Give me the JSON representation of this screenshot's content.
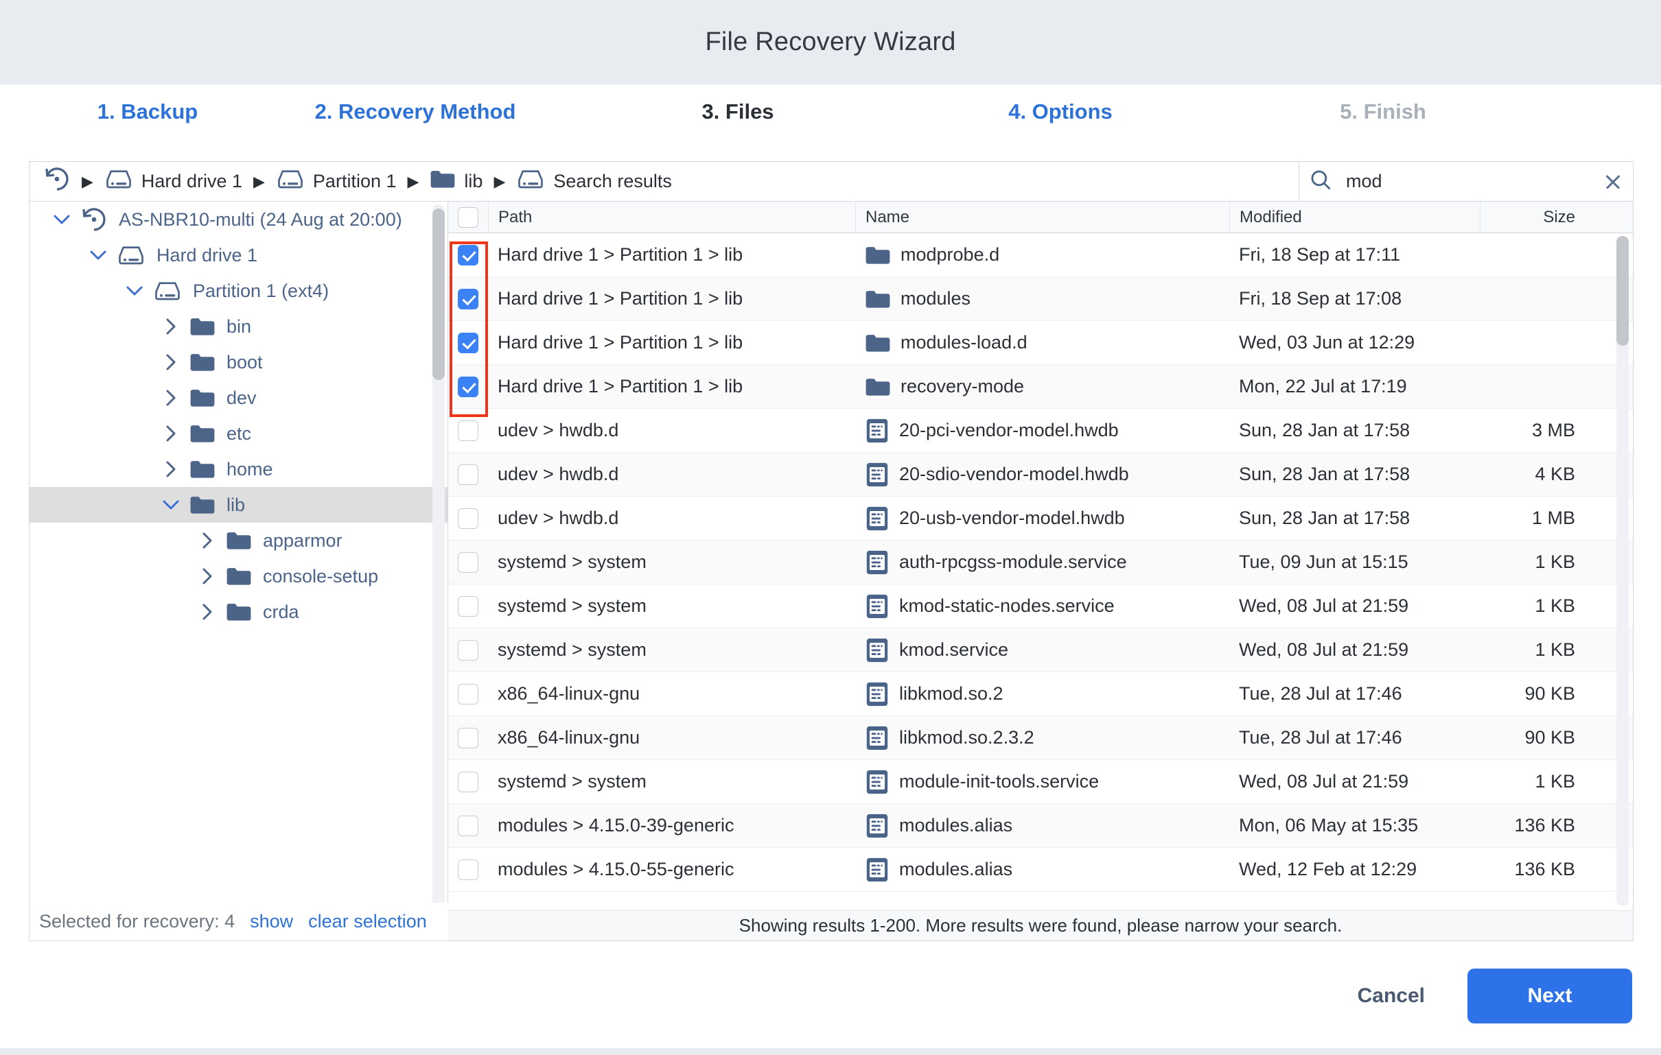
{
  "window": {
    "title": "File Recovery Wizard"
  },
  "steps": [
    {
      "label": "1. Backup",
      "state": "link"
    },
    {
      "label": "2. Recovery Method",
      "state": "link"
    },
    {
      "label": "3. Files",
      "state": "current"
    },
    {
      "label": "4. Options",
      "state": "link"
    },
    {
      "label": "5. Finish",
      "state": "muted"
    }
  ],
  "breadcrumb": {
    "items": [
      {
        "label": "",
        "icon": "restore-point-icon"
      },
      {
        "label": "Hard drive 1",
        "icon": "hard-drive-icon"
      },
      {
        "label": "Partition 1",
        "icon": "hard-drive-icon"
      },
      {
        "label": "lib",
        "icon": "folder-icon"
      },
      {
        "label": "Search results",
        "icon": "hard-drive-icon"
      }
    ],
    "separator": "▶"
  },
  "search": {
    "value": "mod",
    "placeholder": "Search",
    "icon": "search-icon",
    "clear_icon": "close-icon"
  },
  "tree": {
    "items": [
      {
        "label": "AS-NBR10-multi (24 Aug at 20:00)",
        "indent": 0,
        "icon": "restore-point-icon",
        "chevron": "down",
        "selected": false
      },
      {
        "label": "Hard drive 1",
        "indent": 1,
        "icon": "hard-drive-icon",
        "chevron": "down",
        "selected": false
      },
      {
        "label": "Partition 1 (ext4)",
        "indent": 2,
        "icon": "hard-drive-icon",
        "chevron": "down",
        "selected": false
      },
      {
        "label": "bin",
        "indent": 3,
        "icon": "folder-icon",
        "chevron": "right",
        "selected": false
      },
      {
        "label": "boot",
        "indent": 3,
        "icon": "folder-icon",
        "chevron": "right",
        "selected": false
      },
      {
        "label": "dev",
        "indent": 3,
        "icon": "folder-icon",
        "chevron": "right",
        "selected": false
      },
      {
        "label": "etc",
        "indent": 3,
        "icon": "folder-icon",
        "chevron": "right",
        "selected": false
      },
      {
        "label": "home",
        "indent": 3,
        "icon": "folder-icon",
        "chevron": "right",
        "selected": false
      },
      {
        "label": "lib",
        "indent": 3,
        "icon": "folder-icon",
        "chevron": "down",
        "selected": true
      },
      {
        "label": "apparmor",
        "indent": 4,
        "icon": "folder-icon",
        "chevron": "right",
        "selected": false
      },
      {
        "label": "console-setup",
        "indent": 4,
        "icon": "folder-icon",
        "chevron": "right",
        "selected": false
      },
      {
        "label": "crda",
        "indent": 4,
        "icon": "folder-icon",
        "chevron": "right",
        "selected": false
      }
    ]
  },
  "table": {
    "columns": [
      "",
      "Path",
      "Name",
      "Modified",
      "Size"
    ],
    "header_checkbox_checked": false,
    "rows": [
      {
        "checked": true,
        "path": "Hard drive 1 > Partition 1 > lib",
        "name": "modprobe.d",
        "icon": "folder-icon",
        "modified": "Fri, 18 Sep at 17:11",
        "size": ""
      },
      {
        "checked": true,
        "path": "Hard drive 1 > Partition 1 > lib",
        "name": "modules",
        "icon": "folder-icon",
        "modified": "Fri, 18 Sep at 17:08",
        "size": ""
      },
      {
        "checked": true,
        "path": "Hard drive 1 > Partition 1 > lib",
        "name": "modules-load.d",
        "icon": "folder-icon",
        "modified": "Wed, 03 Jun at 12:29",
        "size": ""
      },
      {
        "checked": true,
        "path": "Hard drive 1 > Partition 1 > lib",
        "name": "recovery-mode",
        "icon": "folder-icon",
        "modified": "Mon, 22 Jul at 17:19",
        "size": ""
      },
      {
        "checked": false,
        "path": "udev > hwdb.d",
        "name": "20-pci-vendor-model.hwdb",
        "icon": "file-icon",
        "modified": "Sun, 28 Jan at 17:58",
        "size": "3 MB"
      },
      {
        "checked": false,
        "path": "udev > hwdb.d",
        "name": "20-sdio-vendor-model.hwdb",
        "icon": "file-icon",
        "modified": "Sun, 28 Jan at 17:58",
        "size": "4 KB"
      },
      {
        "checked": false,
        "path": "udev > hwdb.d",
        "name": "20-usb-vendor-model.hwdb",
        "icon": "file-icon",
        "modified": "Sun, 28 Jan at 17:58",
        "size": "1 MB"
      },
      {
        "checked": false,
        "path": "systemd > system",
        "name": "auth-rpcgss-module.service",
        "icon": "file-icon",
        "modified": "Tue, 09 Jun at 15:15",
        "size": "1 KB"
      },
      {
        "checked": false,
        "path": "systemd > system",
        "name": "kmod-static-nodes.service",
        "icon": "file-icon",
        "modified": "Wed, 08 Jul at 21:59",
        "size": "1 KB"
      },
      {
        "checked": false,
        "path": "systemd > system",
        "name": "kmod.service",
        "icon": "file-icon",
        "modified": "Wed, 08 Jul at 21:59",
        "size": "1 KB"
      },
      {
        "checked": false,
        "path": "x86_64-linux-gnu",
        "name": "libkmod.so.2",
        "icon": "file-icon",
        "modified": "Tue, 28 Jul at 17:46",
        "size": "90 KB"
      },
      {
        "checked": false,
        "path": "x86_64-linux-gnu",
        "name": "libkmod.so.2.3.2",
        "icon": "file-icon",
        "modified": "Tue, 28 Jul at 17:46",
        "size": "90 KB"
      },
      {
        "checked": false,
        "path": "systemd > system",
        "name": "module-init-tools.service",
        "icon": "file-icon",
        "modified": "Wed, 08 Jul at 21:59",
        "size": "1 KB"
      },
      {
        "checked": false,
        "path": "modules > 4.15.0-39-generic",
        "name": "modules.alias",
        "icon": "file-icon",
        "modified": "Mon, 06 May at 15:35",
        "size": "136 KB"
      },
      {
        "checked": false,
        "path": "modules > 4.15.0-55-generic",
        "name": "modules.alias",
        "icon": "file-icon",
        "modified": "Wed, 12 Feb at 12:29",
        "size": "136 KB"
      }
    ],
    "results_note": "Showing results 1-200. More results were found, please narrow your search."
  },
  "selection": {
    "label": "Selected for recovery: 4",
    "show_label": "show",
    "clear_label": "clear selection"
  },
  "footer": {
    "cancel_label": "Cancel",
    "next_label": "Next"
  },
  "colors": {
    "accent_blue": "#2d72d9",
    "button_blue": "#2d72e8",
    "checkbox_blue": "#3b82f6",
    "icon_blue": "#4d6489",
    "annotation_red": "#f0361a",
    "titlebar_bg": "#e8ecf1"
  }
}
